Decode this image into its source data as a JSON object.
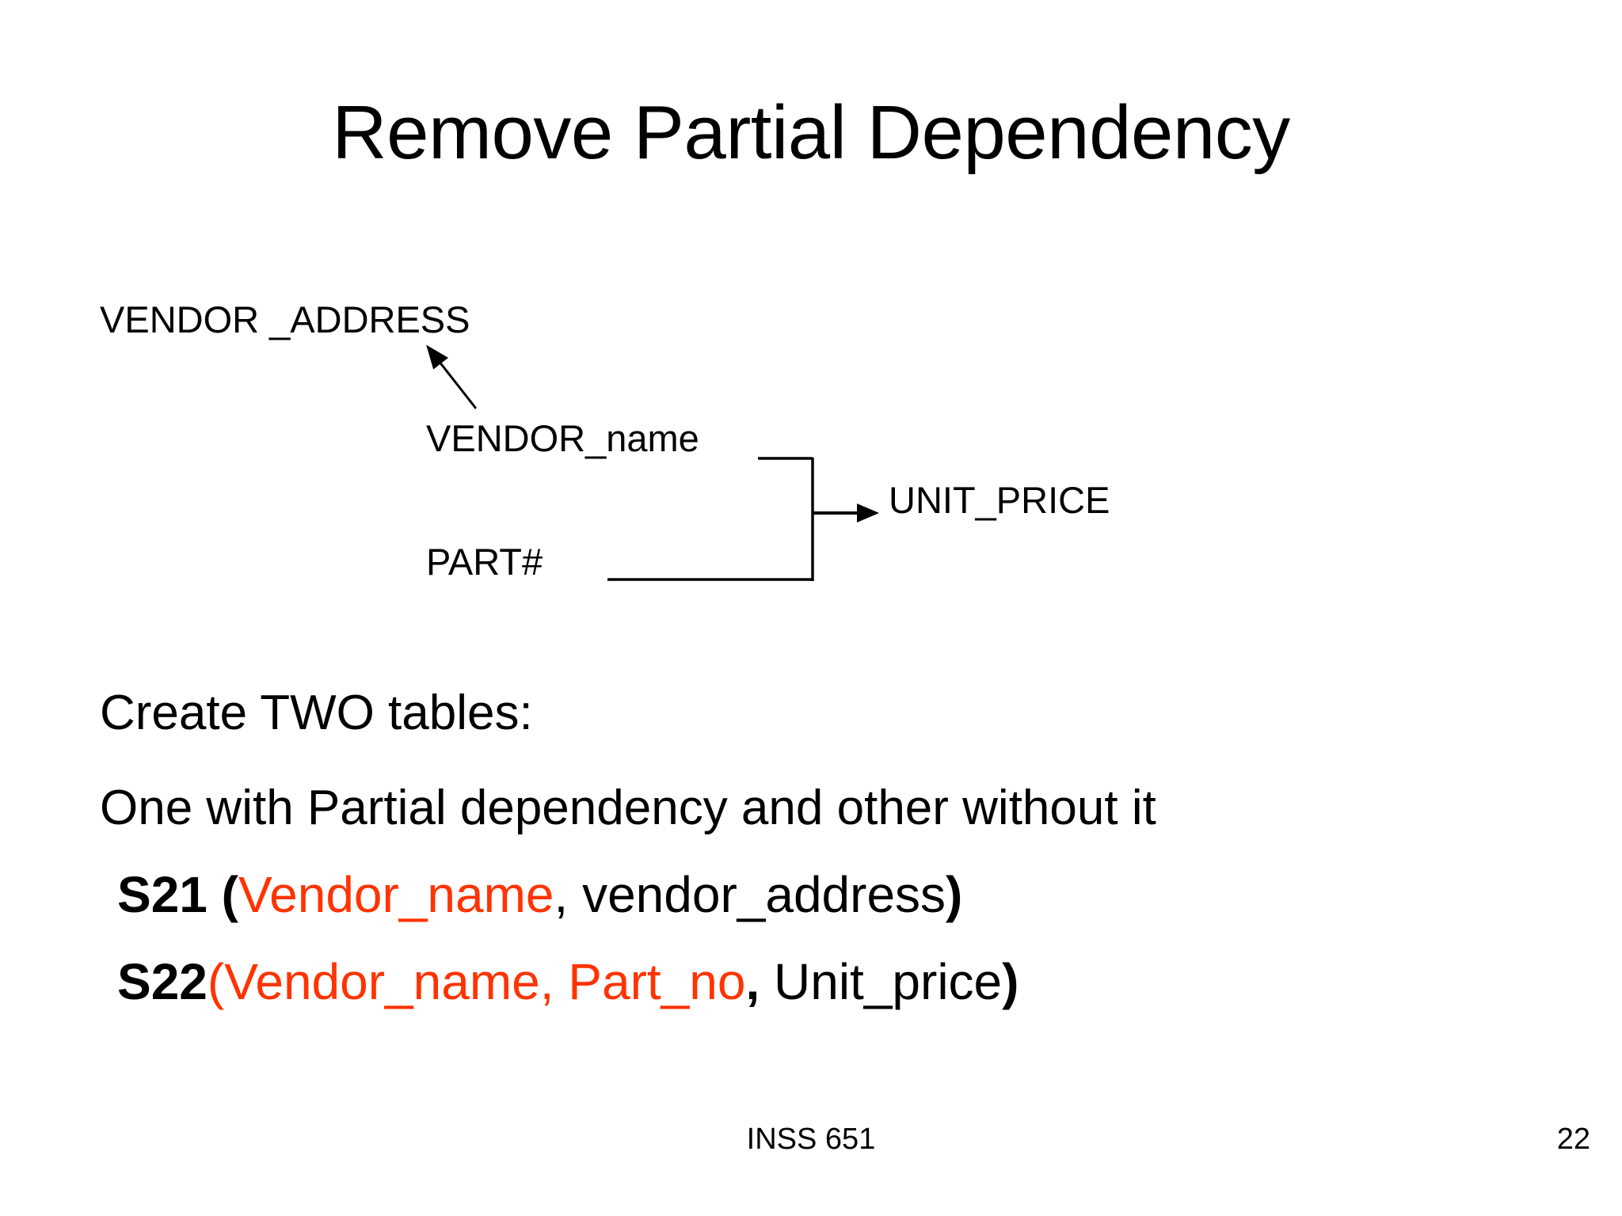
{
  "slide": {
    "title": "Remove Partial Dependency",
    "background_color": "#ffffff",
    "accent_color": "#FF3300",
    "text_color": "#000000"
  },
  "diagram": {
    "attributes": [
      {
        "id": "vendor_address",
        "label": "VENDOR  _ADDRESS"
      },
      {
        "id": "vendor_name",
        "label": "VENDOR_name"
      },
      {
        "id": "part_no",
        "label": "PART#"
      },
      {
        "id": "unit_price",
        "label": "UNIT_PRICE"
      }
    ],
    "arrows": [
      {
        "id": "partial-dependency-arrow",
        "from": "VENDOR_name",
        "to": "VENDOR  _ADDRESS",
        "style": "diagonal"
      },
      {
        "id": "full-dependency-arrow",
        "from": "VENDOR_name + PART#",
        "to": "UNIT_PRICE",
        "style": "bracket"
      }
    ]
  },
  "body": {
    "create_line": "Create TWO tables:",
    "explain_line": "One with Partial dependency and other without it",
    "tables": [
      {
        "name": "S21",
        "open_paren": " (",
        "key": "Vendor_name",
        "separator_1": ", ",
        "attr_1": "vendor_address",
        "separator_2": "",
        "attr_2": "",
        "close_paren": ")",
        "full_text": "S21 (Vendor_name, vendor_address)"
      },
      {
        "name": "S22",
        "open_paren": "(",
        "key": "Vendor_name, Part_no",
        "separator_1": ", ",
        "attr_1": "Unit_price",
        "separator_2": "",
        "attr_2": "",
        "close_paren": ")",
        "full_text": "S22(Vendor_name, Part_no, Unit_price)"
      }
    ],
    "s22_key_part_a": "(Vendor_name, Part_no",
    "s22_comma": ", ",
    "s22_rest": "Unit_price"
  },
  "footer": {
    "course": "INSS 651",
    "page_number": "22"
  }
}
